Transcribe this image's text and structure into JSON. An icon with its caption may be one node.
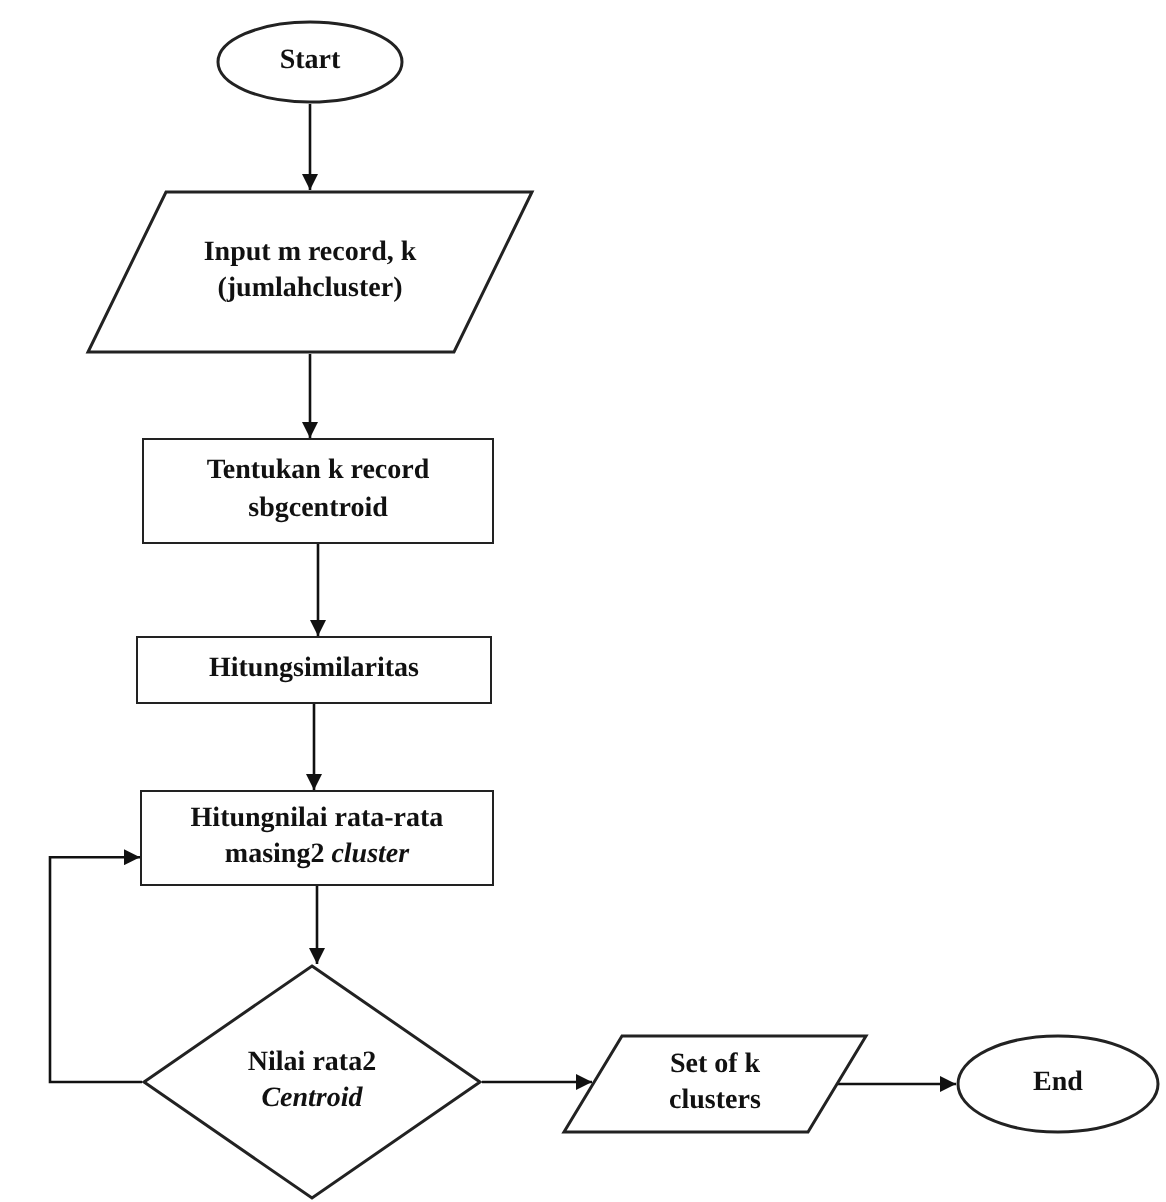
{
  "diagram": {
    "nodes": [
      {
        "text": [
          "Start"
        ]
      },
      {
        "text": [
          "Input m record, k (jumlahcluster)"
        ]
      },
      {
        "text": [
          "Tentukan k record sbgcentroid"
        ]
      },
      {
        "text": [
          "Hitungsimilaritas"
        ]
      },
      {
        "text": [
          "Hitungnilai rata-rata masing2 *cluster*"
        ]
      },
      {
        "text": [
          "Nilai rata2 *Centroid*"
        ]
      },
      {
        "text": [
          "Set of k clusters"
        ]
      },
      {
        "text": [
          "End"
        ]
      }
    ],
    "edges": [
      {
        "from": 0,
        "to": 1,
        "arrow": "to"
      },
      {
        "from": 1,
        "to": 2,
        "arrow": "to"
      },
      {
        "from": 2,
        "to": 3,
        "arrow": "to"
      },
      {
        "from": 3,
        "to": 4,
        "arrow": "to"
      },
      {
        "from": 4,
        "to": 5,
        "arrow": "to"
      },
      {
        "from": 5,
        "to": 4,
        "arrow": "to"
      },
      {
        "from": 5,
        "to": 6,
        "arrow": "to"
      },
      {
        "from": 6,
        "to": 7,
        "arrow": "to"
      }
    ]
  }
}
